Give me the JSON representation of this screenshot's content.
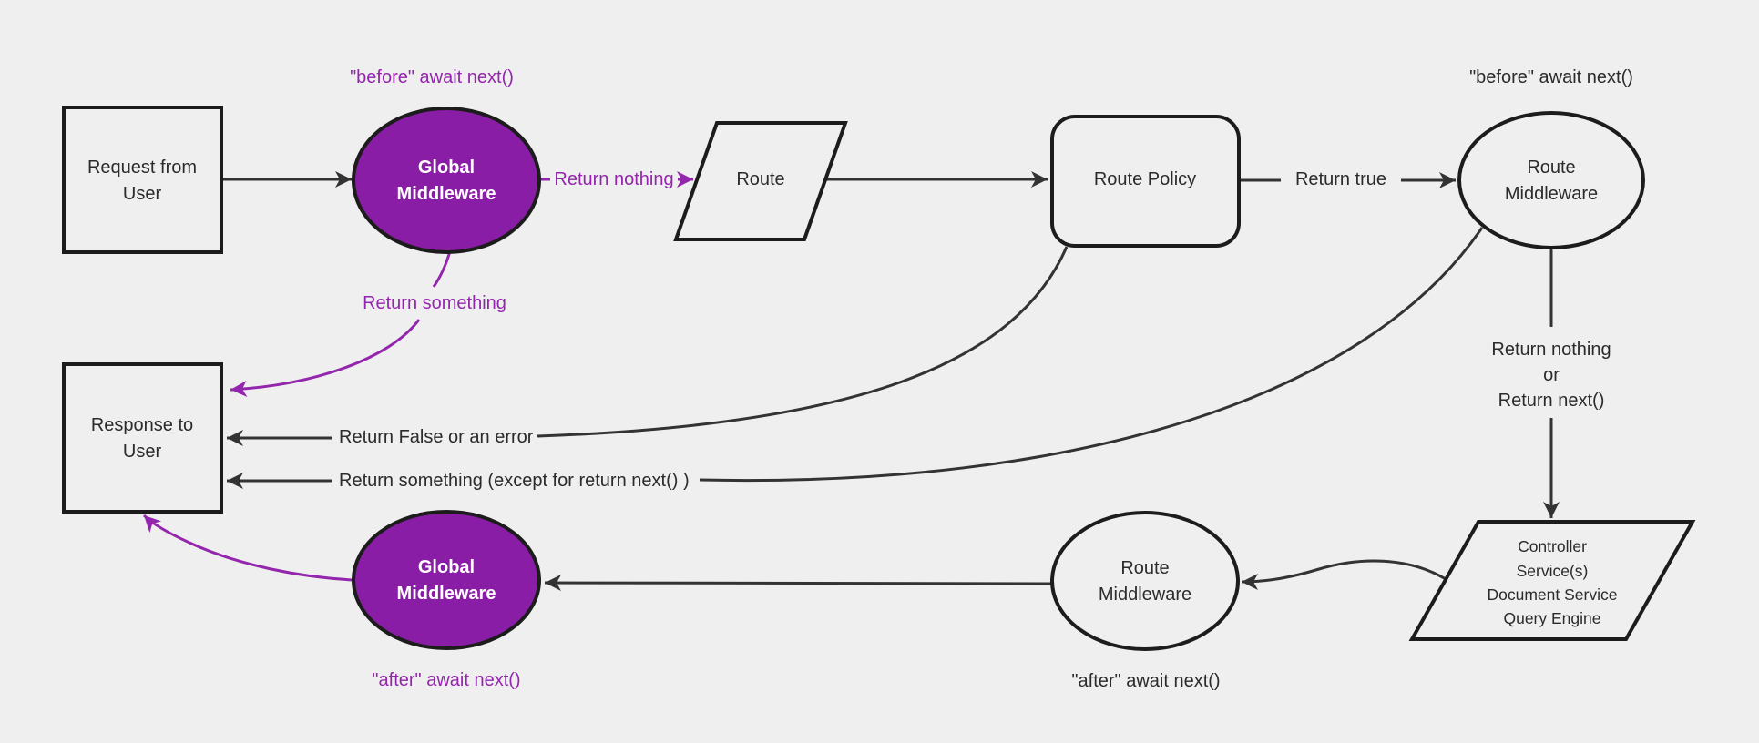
{
  "diagram": {
    "title": "Request and response lifecycle middleware flow",
    "background_color": "#efefef",
    "colors": {
      "purple_fill": "#8a1da6",
      "purple_line_text": "#9326ac",
      "node_stroke": "#1c1c1c",
      "edge_color": "#333333",
      "dark_text": "#2b2b2b",
      "white_text": "#ffffff"
    },
    "nodes": {
      "request": {
        "shape": "rectangle",
        "lines": [
          "Request from",
          "User"
        ]
      },
      "global_middleware_top": {
        "shape": "ellipse",
        "color": "purple",
        "lines": [
          "Global",
          "Middleware"
        ]
      },
      "route": {
        "shape": "parallelogram",
        "lines": [
          "Route"
        ]
      },
      "route_policy": {
        "shape": "rounded-rectangle",
        "lines": [
          "Route Policy"
        ]
      },
      "route_middleware_top": {
        "shape": "ellipse",
        "lines": [
          "Route",
          "Middleware"
        ]
      },
      "response": {
        "shape": "rectangle",
        "lines": [
          "Response to",
          "User"
        ]
      },
      "global_middleware_bottom": {
        "shape": "ellipse",
        "color": "purple",
        "lines": [
          "Global",
          "Middleware"
        ]
      },
      "route_middleware_bottom": {
        "shape": "ellipse",
        "lines": [
          "Route",
          "Middleware"
        ]
      },
      "controller": {
        "shape": "parallelogram",
        "lines": [
          "Controller",
          "Service(s)",
          "Document Service",
          "Query Engine"
        ]
      }
    },
    "labels": {
      "before_await_next_global": "\"before\" await next()",
      "before_await_next_route": "\"before\" await next()",
      "after_await_next_global": "\"after\" await next()",
      "after_await_next_route": "\"after\" await next()",
      "return_nothing": "Return nothing",
      "return_true": "Return true",
      "return_something": "Return something",
      "return_false_or_error": "Return False or an error",
      "return_something_except": "Return something (except for return next() )",
      "return_nothing_or": {
        "line1": "Return nothing",
        "line2": "or",
        "line3": "Return next()"
      }
    }
  }
}
